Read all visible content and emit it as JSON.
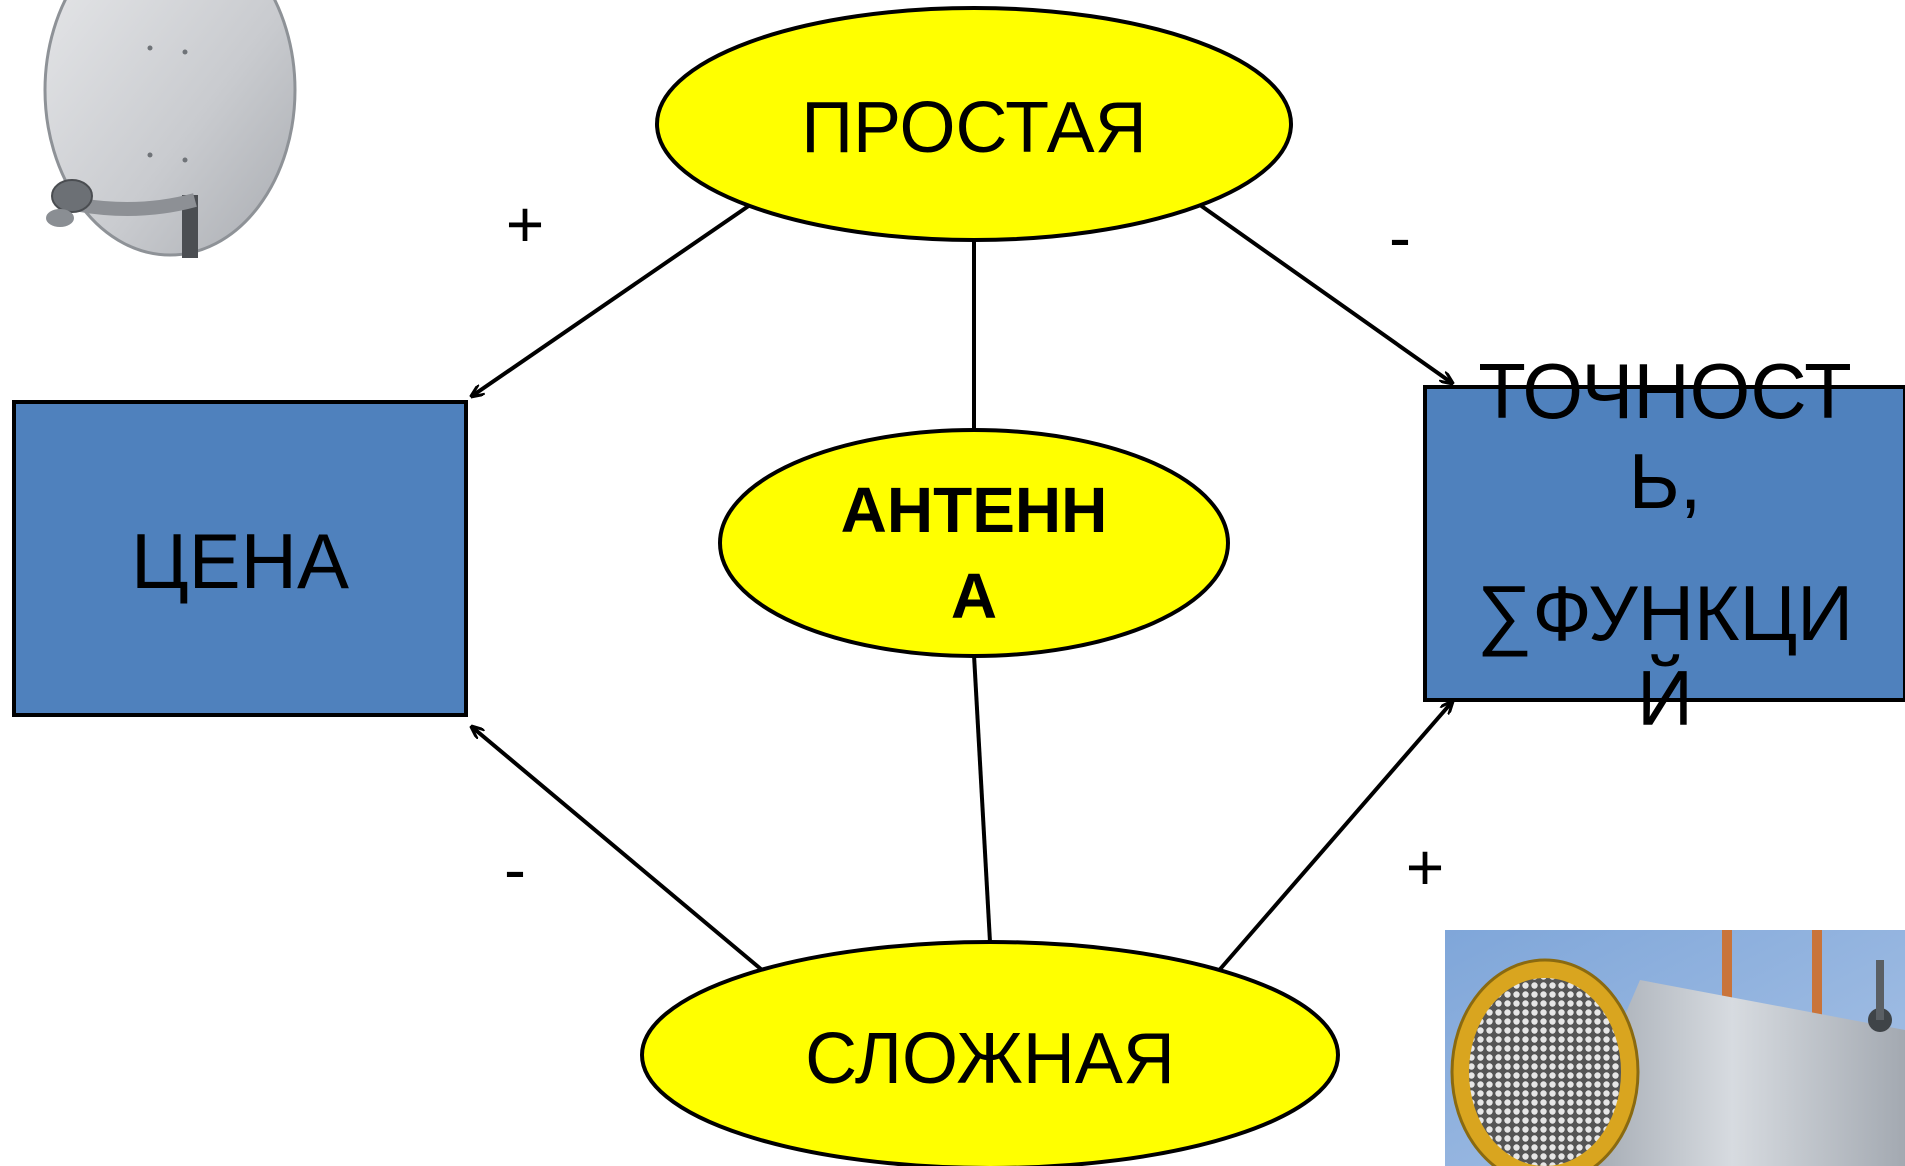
{
  "colors": {
    "ellipse_fill": "#ffff00",
    "box_fill": "#4f81bd",
    "stroke": "#000000"
  },
  "nodes": {
    "simple": "ПРОСТАЯ",
    "antenna_line1": "АНТЕНН",
    "antenna_line2": "А",
    "complex": "СЛОЖНАЯ",
    "price": "ЦЕНА",
    "accuracy_line1": "ТОЧНОСТ",
    "accuracy_line2": "Ь,",
    "accuracy_line3": "∑ФУНКЦИ",
    "accuracy_line4": "Й"
  },
  "signs": {
    "simple_to_price": "+",
    "simple_to_accuracy": "-",
    "complex_to_price": "-",
    "complex_to_accuracy": "+"
  },
  "images": {
    "top_left": "satellite-dish-photo",
    "bottom_right": "phased-array-radar-photo"
  }
}
